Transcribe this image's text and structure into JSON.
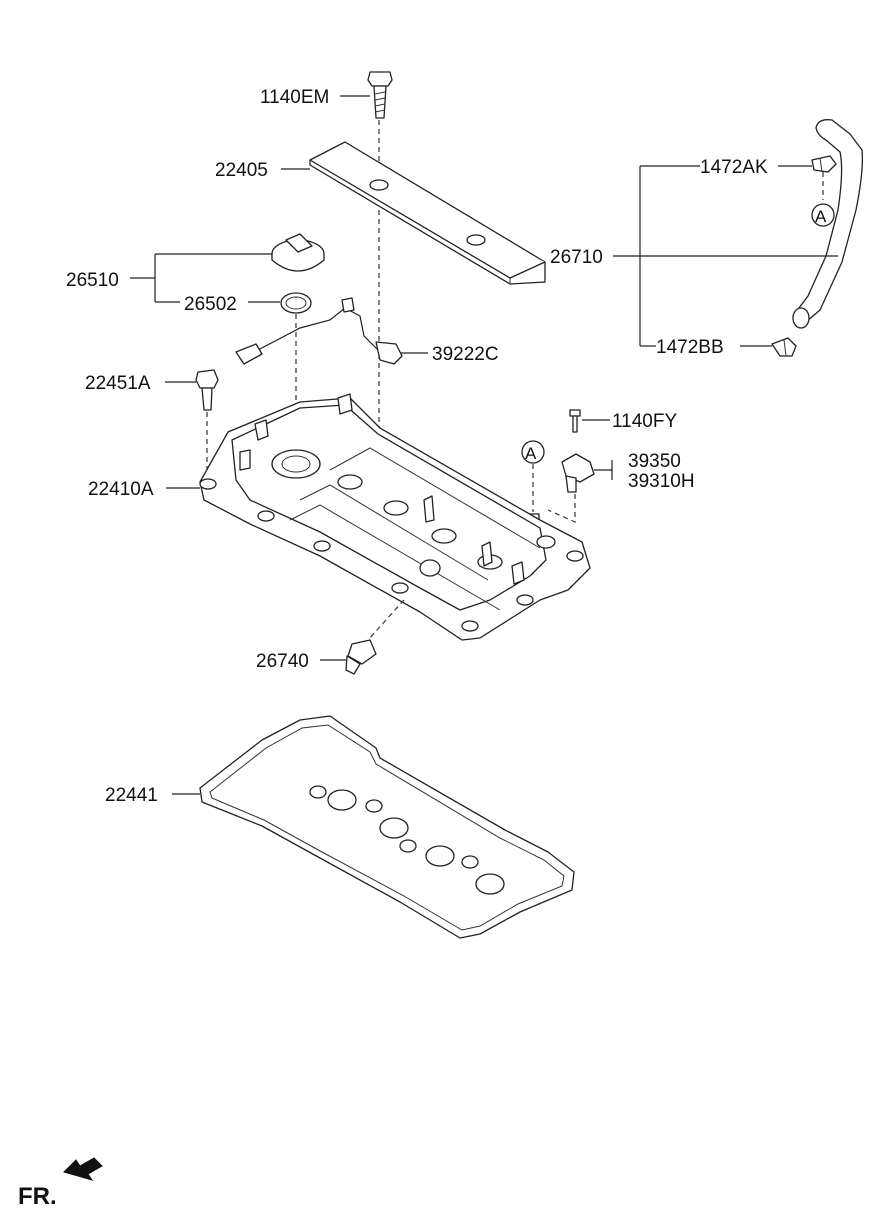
{
  "labels": {
    "bolt_top": "1140EM",
    "cover_plate": "22405",
    "hose_clamp_top": "1472AK",
    "breather_hose": "26710",
    "oil_cap_assy": "26510",
    "oil_cap_gasket": "26502",
    "sensor_harness": "39222C",
    "hose_clamp_bottom": "1472BB",
    "cover_bolt": "22451A",
    "sensor_bolt": "1140FY",
    "cam_sensor": "39350",
    "cam_sensor_alt": "39310H",
    "rocker_cover": "22410A",
    "pcv_valve": "26740",
    "cover_gasket": "22441"
  },
  "callouts": {
    "ref_a_top": "A",
    "ref_a_cover": "A"
  },
  "orientation": {
    "text": "FR."
  },
  "colors": {
    "line": "#222222",
    "background": "#ffffff"
  }
}
